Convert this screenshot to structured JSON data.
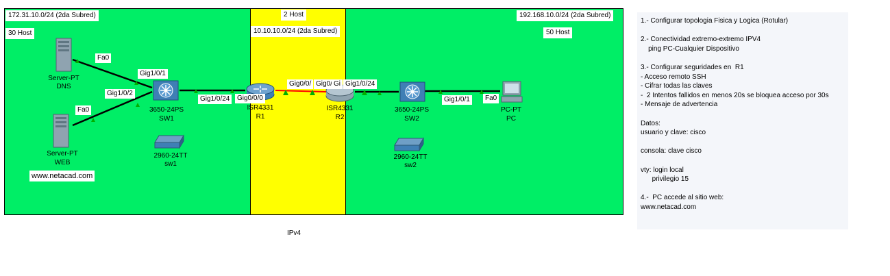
{
  "zones": {
    "left": {
      "network": "172.31.10.0/24 (2da Subred)",
      "hosts": "30 Host",
      "color": "#00ee66"
    },
    "middle": {
      "hosts": "2 Host",
      "network": "10.10.10.0/24 (2da Subred)",
      "color": "#ffff00"
    },
    "right": {
      "network": "192.168.10.0/24 (2da Subred)",
      "hosts": "50 Host",
      "color": "#00ee66"
    }
  },
  "devices": {
    "server_dns": {
      "model": "Server-PT",
      "name": "DNS",
      "icon": "server-icon"
    },
    "server_web": {
      "model": "Server-PT",
      "name": "WEB",
      "icon": "server-icon",
      "url": "www.netacad.com"
    },
    "sw1_multilayer": {
      "model": "3650-24PS",
      "name": "SW1",
      "icon": "multilayer-switch-icon"
    },
    "sw1_l2": {
      "model": "2960-24TT",
      "name": "sw1",
      "icon": "switch-icon"
    },
    "r1": {
      "model": "ISR4331",
      "name": "R1",
      "icon": "router-icon"
    },
    "r2": {
      "model": "ISR4331",
      "name": "R2",
      "icon": "router-icon"
    },
    "sw2_multilayer": {
      "model": "3650-24PS",
      "name": "SW2",
      "icon": "multilayer-switch-icon"
    },
    "sw2_l2": {
      "model": "2960-24TT",
      "name": "sw2",
      "icon": "switch-icon"
    },
    "pc": {
      "model": "PC-PT",
      "name": "PC",
      "icon": "pc-icon"
    }
  },
  "ports": {
    "dns_fa0": "Fa0",
    "sw1_gig101": "Gig1/0/1",
    "sw1_gig102": "Gig1/0/2",
    "web_fa0": "Fa0",
    "sw1_gig1024": "Gig1/0/24",
    "r1_gig000": "Gig0/0/0",
    "r1_gig001": "Gig0/0/",
    "r2_gig00": "Gig0/",
    "r2_gi": "Gi",
    "sw2_gig1024": "Gig1/0/24",
    "sw2_gig101": "Gig1/0/1",
    "pc_fa0": "Fa0"
  },
  "footer_label": "IPv4",
  "notes": [
    "1.- Configurar topologia Fisica y Logica (Rotular)",
    "",
    "2.- Conectividad extremo-extremo IPV4",
    "    ping PC-Cualquier Dispositivo",
    "",
    "3.- Configurar seguridades en  R1",
    "- Acceso remoto SSH",
    "- Cifrar todas las claves",
    "-  2 Intentos fallidos en menos 20s se bloquea acceso por 30s",
    "- Mensaje de advertencia",
    "",
    "Datos:",
    "usuario y clave: cisco",
    "",
    "consola: clave cisco",
    "",
    "vty: login local",
    "      privilegio 15",
    "",
    "4.-  PC accede al sitio web:",
    "www.netacad.com"
  ],
  "colors": {
    "link": "#000000",
    "link_up": "#00aa00",
    "link_red": "#ff0000"
  }
}
